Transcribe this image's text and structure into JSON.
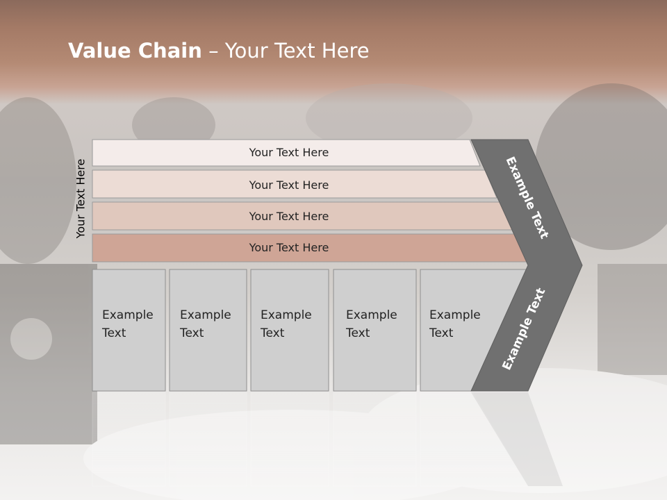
{
  "slide": {
    "title_bold": "Value Chain",
    "title_rest": " – Your Text Here",
    "side_label": "Your Text Here"
  },
  "bands": [
    {
      "label": "Your Text Here",
      "fill": "#f4ecea"
    },
    {
      "label": "Your Text Here",
      "fill": "#ecdcd5"
    },
    {
      "label": "Your Text Here",
      "fill": "#e0c8bd"
    },
    {
      "label": "Your Text Here",
      "fill": "#cfa596"
    }
  ],
  "columns": [
    {
      "line1": "Example",
      "line2": "Text"
    },
    {
      "line1": "Example",
      "line2": "Text"
    },
    {
      "line1": "Example",
      "line2": "Text"
    },
    {
      "line1": "Example",
      "line2": "Text"
    },
    {
      "line1": "Example",
      "line2": "Text"
    }
  ],
  "arrow": {
    "upper_label": "Example Text",
    "lower_label": "Example Text"
  },
  "colors": {
    "arrow_gray": "#707070",
    "column_gray": "#cfcfcf",
    "band_stroke": "#9a9a9a"
  }
}
